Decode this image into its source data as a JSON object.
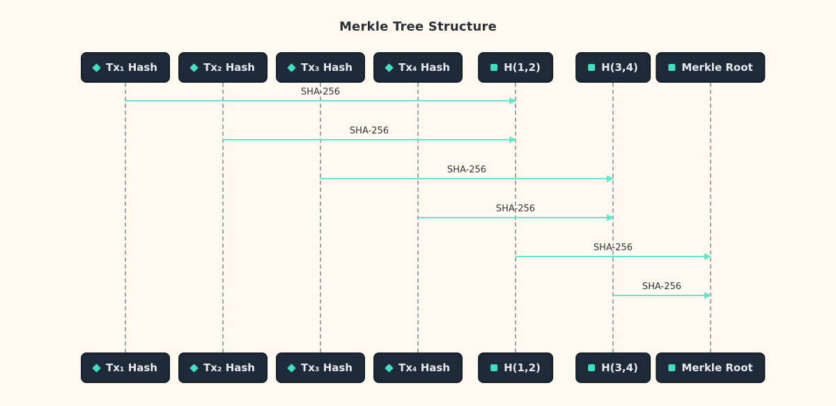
{
  "title": "Merkle Tree Structure",
  "theme": {
    "background": "#FFF9F0",
    "box_fill": "#1F2A38",
    "box_border": "#151F2C",
    "box_text": "#E6EAEF",
    "icon_teal": "#41E0C3",
    "arrow_teal": "#5FE8CE",
    "lifeline_gray": "#9EA4AC",
    "label_text": "#303339",
    "title_text": "#2B2F36"
  },
  "actors": [
    {
      "label": "Tx₁ Hash",
      "icon": "diamond-icon"
    },
    {
      "label": "Tx₂ Hash",
      "icon": "diamond-icon"
    },
    {
      "label": "Tx₃ Hash",
      "icon": "diamond-icon"
    },
    {
      "label": "Tx₄ Hash",
      "icon": "diamond-icon"
    },
    {
      "label": "H(1,2)",
      "icon": "square-icon"
    },
    {
      "label": "H(3,4)",
      "icon": "square-icon"
    },
    {
      "label": "Merkle Root",
      "icon": "square-icon"
    }
  ],
  "messages": [
    {
      "from": "Tx₁ Hash",
      "to": "H(1,2)",
      "label": "SHA-256"
    },
    {
      "from": "Tx₂ Hash",
      "to": "H(1,2)",
      "label": "SHA-256"
    },
    {
      "from": "Tx₃ Hash",
      "to": "H(3,4)",
      "label": "SHA-256"
    },
    {
      "from": "Tx₄ Hash",
      "to": "H(3,4)",
      "label": "SHA-256"
    },
    {
      "from": "H(1,2)",
      "to": "Merkle Root",
      "label": "SHA-256"
    },
    {
      "from": "H(3,4)",
      "to": "Merkle Root",
      "label": "SHA-256"
    }
  ]
}
